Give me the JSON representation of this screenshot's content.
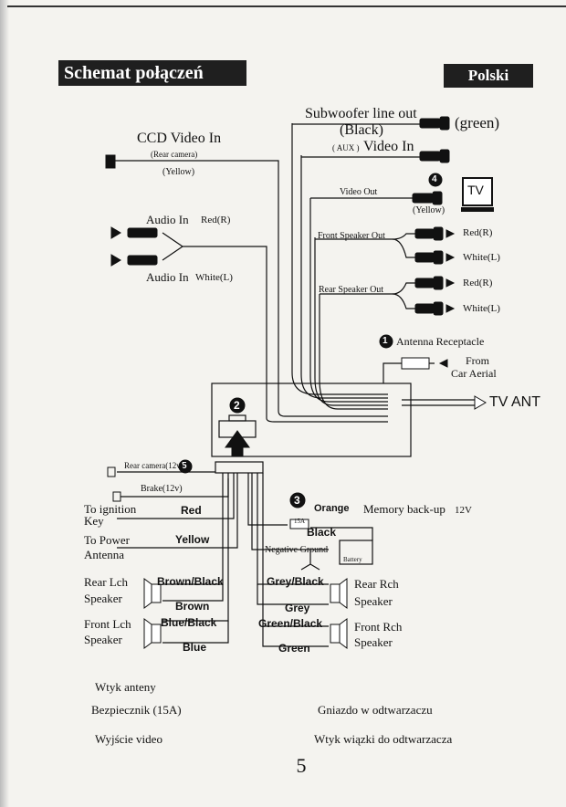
{
  "header": {
    "title": "Schemat połączeń",
    "language": "Polski"
  },
  "top_signals": {
    "subwoofer": "Subwoofer line out",
    "subwoofer_black": "(Black)",
    "subwoofer_green": "(green)",
    "aux_tag": "( AUX )",
    "aux_video": "Video In",
    "ccd": "CCD Video In",
    "rear_camera": "(Rear camera)",
    "ccd_yellow": "(Yellow)",
    "audio_in_red": "Audio In",
    "red_r": "Red(R)",
    "audio_in_white": "Audio In",
    "white_l": "White(L)",
    "video_out": "Video Out",
    "video_out_yellow": "(Yellow)",
    "tv_icon": "TV",
    "front_speaker_out": "Front Speaker Out",
    "front_red": "Red(R)",
    "front_white": "White(L)",
    "rear_speaker_out": "Rear Speaker Out",
    "rear_red": "Red(R)",
    "rear_white": "White(L)",
    "antenna_receptacle": "Antenna Receptacle",
    "from": "From",
    "car_aerial": "Car Aerial",
    "tv_ant": "TV ANT"
  },
  "callouts": {
    "n1": "1",
    "n2": "2",
    "n3": "3",
    "n4": "4",
    "n5": "5"
  },
  "wiring": {
    "rear_camera_12v": "Rear camera(12v)",
    "brake": "Brake(12v)",
    "to_ignition": "To ignition",
    "key": "Key",
    "red": "Red",
    "to_power": "To Power",
    "antenna": "Antenna",
    "yellow": "Yellow",
    "orange": "Orange",
    "memory_backup": "Memory back-up",
    "memory_voltage": "12V",
    "fuse": "15A",
    "black": "Black",
    "negative_ground": "Negative Ground",
    "battery": "Battery",
    "rear_lch": "Rear Lch",
    "rear_lch_speaker": "Speaker",
    "brown_black": "Brown/Black",
    "brown": "Brown",
    "grey_black": "Grey/Black",
    "grey": "Grey",
    "rear_rch": "Rear Rch",
    "rear_rch_speaker": "Speaker",
    "front_lch": "Front Lch",
    "front_lch_speaker": "Speaker",
    "blue_black": "Blue/Black",
    "blue": "Blue",
    "green_black": "Green/Black",
    "green": "Green",
    "front_rch": "Front Rch",
    "front_rch_speaker": "Speaker"
  },
  "legend": {
    "item1": "Wtyk anteny",
    "item2": "Bezpiecznik (15A)",
    "item3": "Gniazdo w odtwarzaczu",
    "item4": "Wyjście video",
    "item5": "Wtyk wiązki do odtwarzacza"
  },
  "page_number": "5"
}
